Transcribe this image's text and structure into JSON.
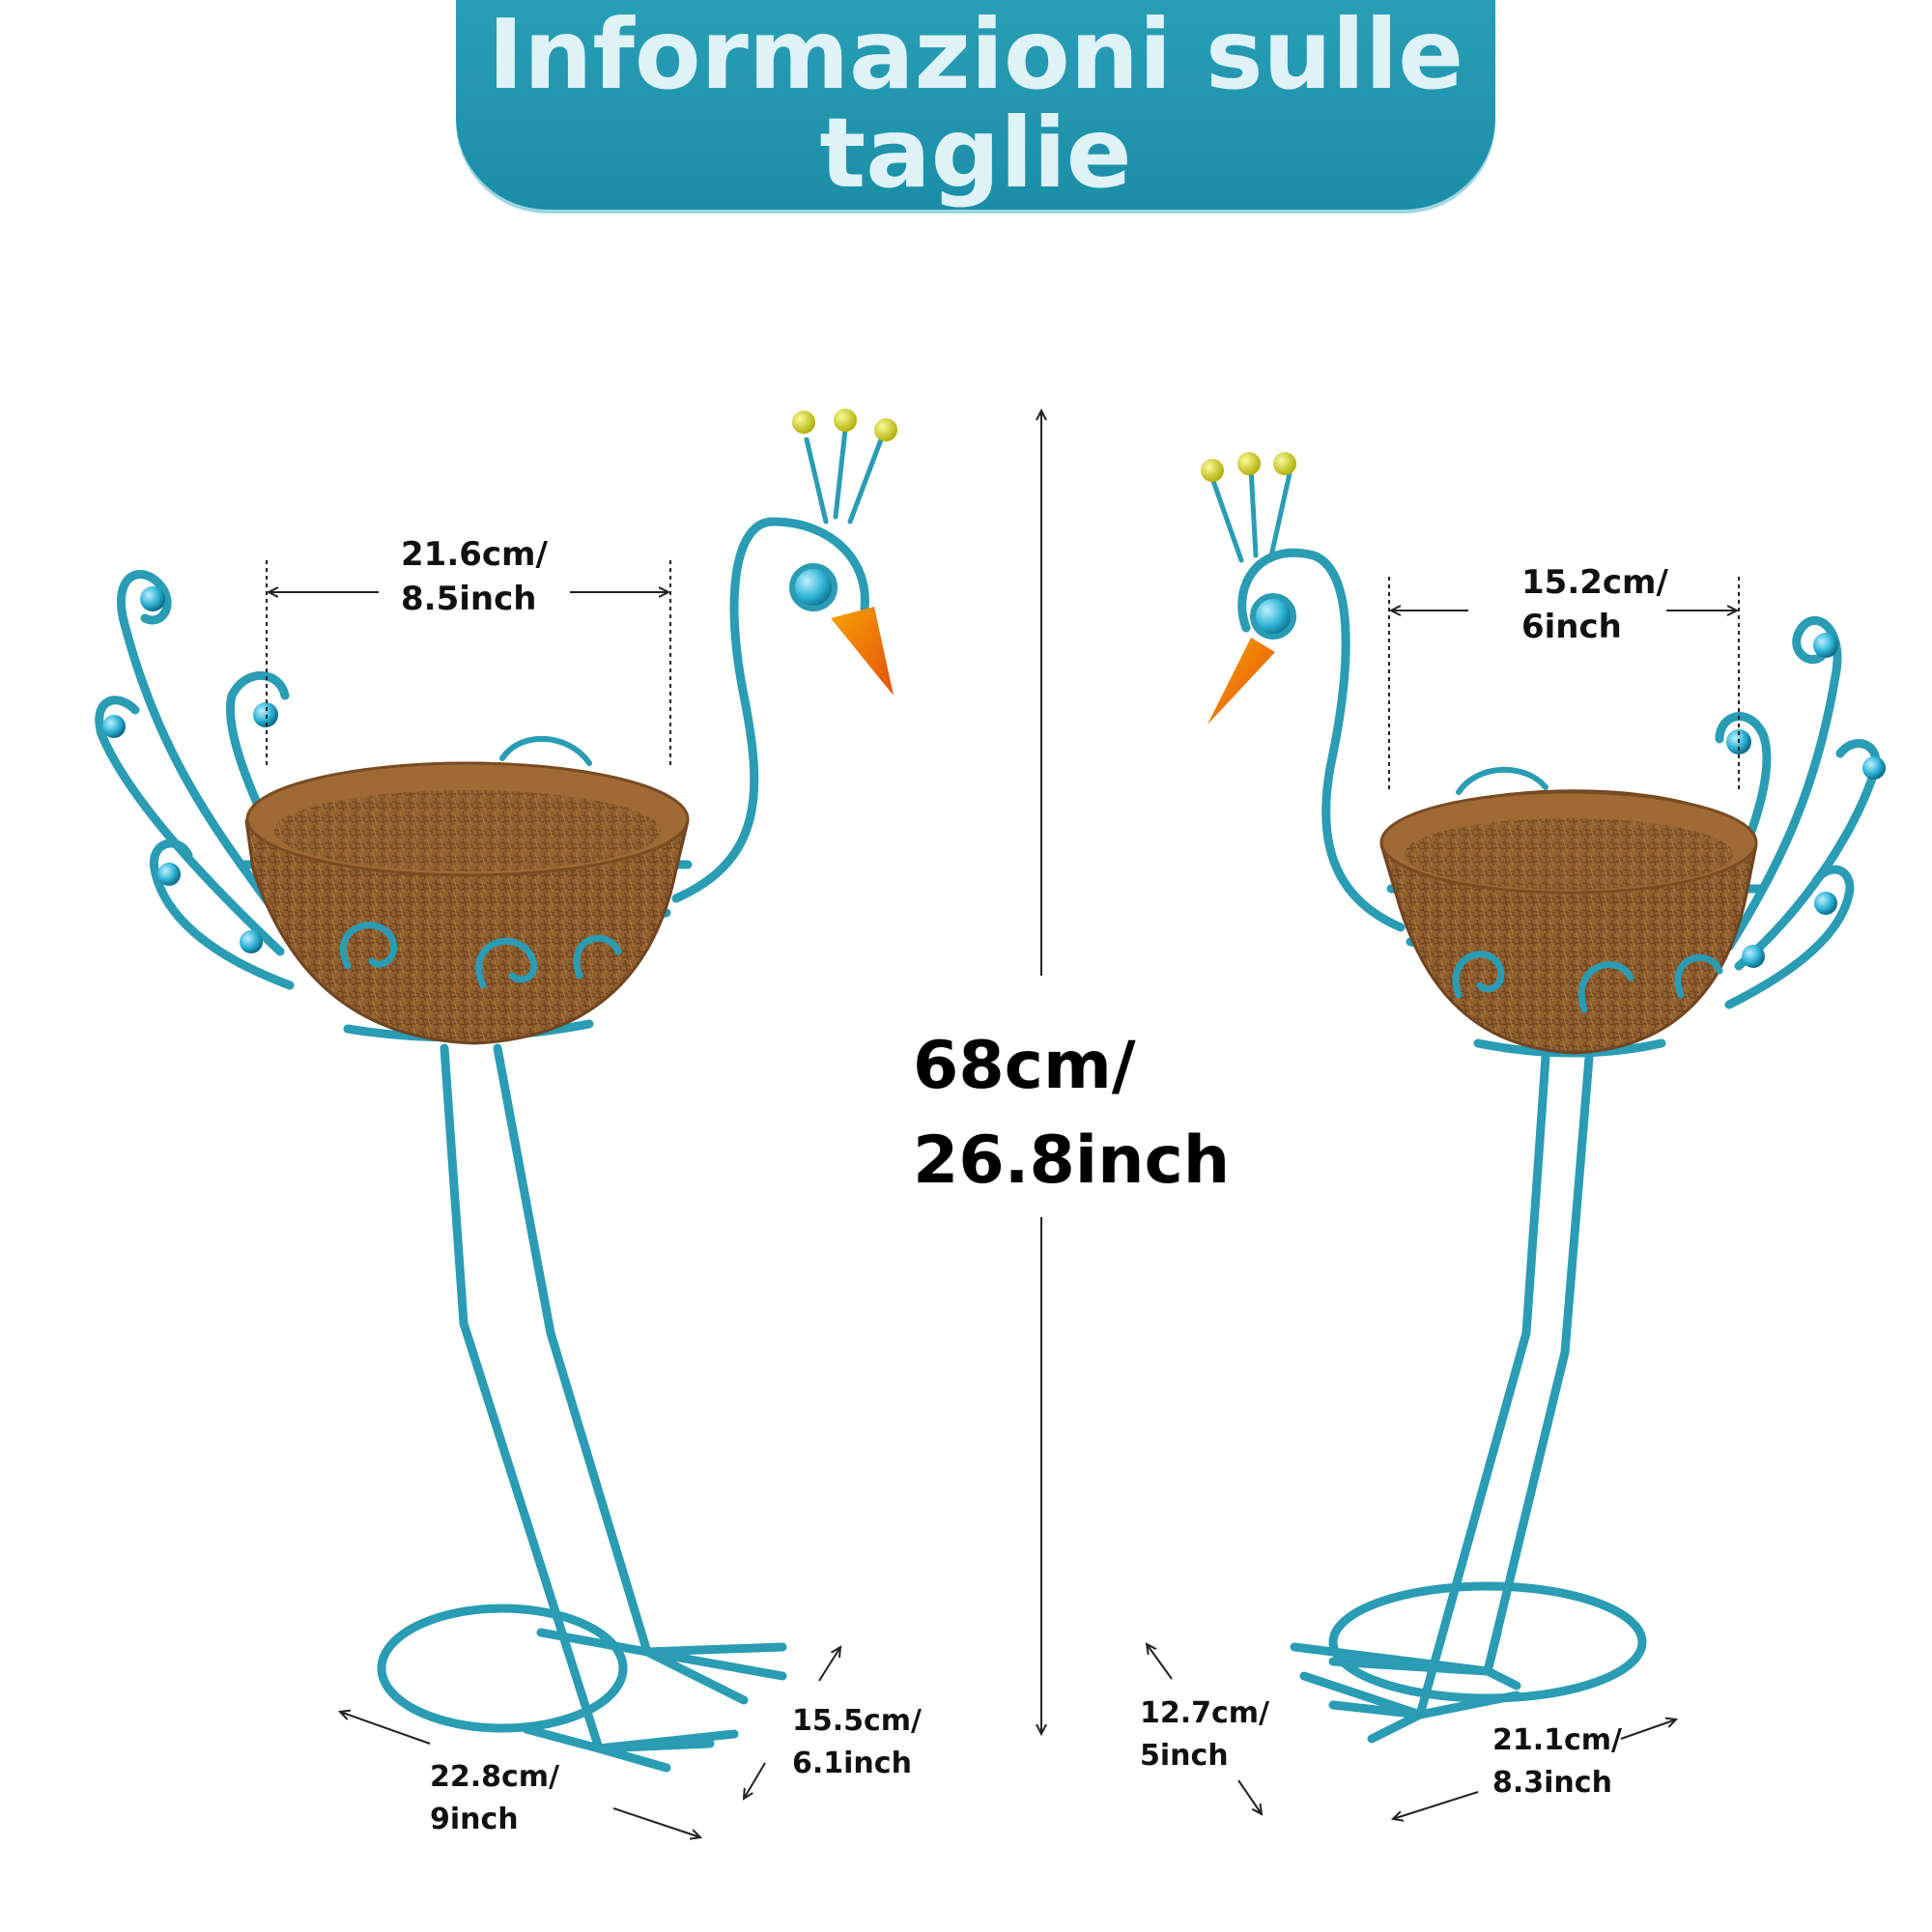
{
  "title": {
    "line1": "Informazioni sulle",
    "line2": "taglie"
  },
  "colors": {
    "banner": "#1b8ea7",
    "metal": "#2a9cb4",
    "liner": "#8a5a2c",
    "beak": "#f28b1c",
    "crest_ball": "#d6d61a"
  },
  "dimensions": {
    "height": {
      "line1": "68cm/",
      "line2": "26.8inch"
    },
    "left_width": {
      "line1": "21.6cm/",
      "line2": "8.5inch"
    },
    "right_width": {
      "line1": "15.2cm/",
      "line2": "6inch"
    },
    "left_base_width": {
      "line1": "22.8cm/",
      "line2": "9inch"
    },
    "left_base_depth": {
      "line1": "15.5cm/",
      "line2": "6.1inch"
    },
    "right_base_depth": {
      "line1": "12.7cm/",
      "line2": "5inch"
    },
    "right_base_width": {
      "line1": "21.1cm/",
      "line2": "8.3inch"
    }
  }
}
